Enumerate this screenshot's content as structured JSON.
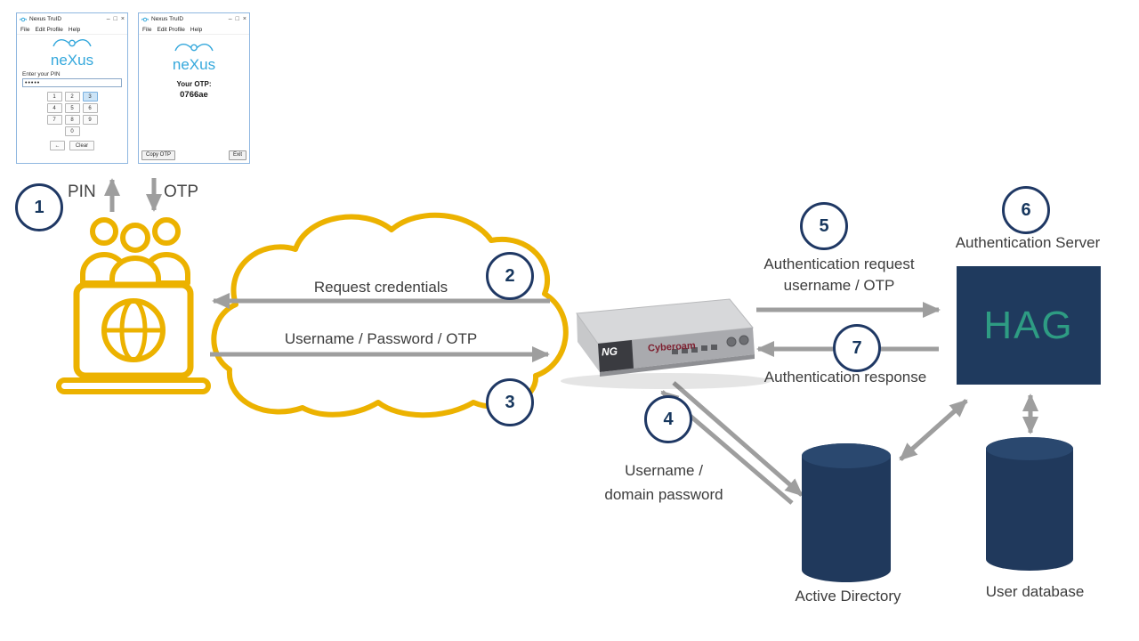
{
  "colors": {
    "accent_yellow": "#ECB200",
    "navy": "#1F3864",
    "panel_navy": "#20395C",
    "teal": "#2E9C83",
    "arrow_gray": "#9E9E9E",
    "nexus_blue": "#35A8DC"
  },
  "windows": {
    "controls": {
      "minimize": "–",
      "maximize": "□",
      "close": "×"
    },
    "pin": {
      "title": "Nexus TruID",
      "menu": [
        "File",
        "Edit Profile",
        "Help"
      ],
      "logo": "neXus",
      "prompt": "Enter your PIN",
      "pin_value": "•••••",
      "keypad": [
        "1",
        "2",
        "3",
        "4",
        "5",
        "6",
        "7",
        "8",
        "9",
        "0"
      ],
      "back_key": "←",
      "clear_key": "Clear"
    },
    "otp": {
      "title": "Nexus TruID",
      "menu": [
        "File",
        "Edit Profile",
        "Help"
      ],
      "logo": "neXus",
      "otp_label": "Your OTP:",
      "otp_value": "0766ae",
      "copy_button": "Copy OTP",
      "exit_button": "Exit"
    }
  },
  "steps": [
    "1",
    "2",
    "3",
    "4",
    "5",
    "6",
    "7"
  ],
  "labels": {
    "pin": "PIN",
    "otp": "OTP",
    "request_credentials": "Request credentials",
    "username_password_otp": "Username / Password / OTP",
    "auth_request_1": "Authentication request",
    "auth_request_2": "username / OTP",
    "auth_response": "Authentication response",
    "auth_server": "Authentication Server",
    "hag": "HAG",
    "username_domain_1": "Username /",
    "username_domain_2": "domain password",
    "active_directory": "Active Directory",
    "user_database": "User database"
  },
  "appliance": {
    "model": "NG",
    "brand": "Cyberoam"
  }
}
